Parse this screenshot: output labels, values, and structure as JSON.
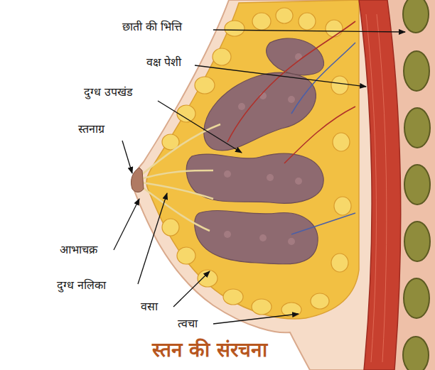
{
  "diagram": {
    "title": "स्तन की संरचना",
    "labels": [
      "छाती की भित्ति",
      "वक्ष पेशी",
      "दुग्ध उपखंड",
      "स्तनाग्र",
      "आभाचक्र",
      "दुग्ध नलिका",
      "वसा",
      "त्वचा"
    ]
  }
}
